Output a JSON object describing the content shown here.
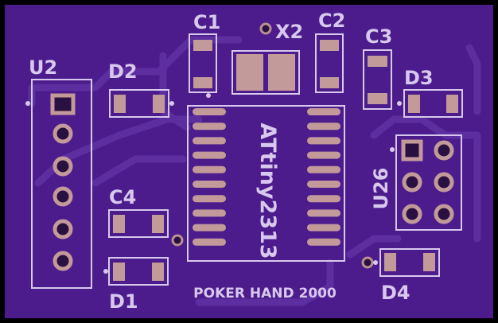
{
  "board": {
    "title": "POKER HAND 2000",
    "colors": {
      "substrate": "#4c1c8c",
      "outline": "#000000",
      "trace": "#5d2ea0",
      "silkscreen": "#d8c8ee",
      "pad": "#c29a9a",
      "via_ring": "#b89090",
      "via_hole": "#2a1040"
    }
  },
  "components": {
    "U2": "U2",
    "D2": "D2",
    "C1": "C1",
    "X2": "X2",
    "C2": "C2",
    "C3": "C3",
    "D3": "D3",
    "C4": "C4",
    "D1": "D1",
    "D4": "D4",
    "U26": "U26",
    "IC1": "ATtiny2313"
  }
}
